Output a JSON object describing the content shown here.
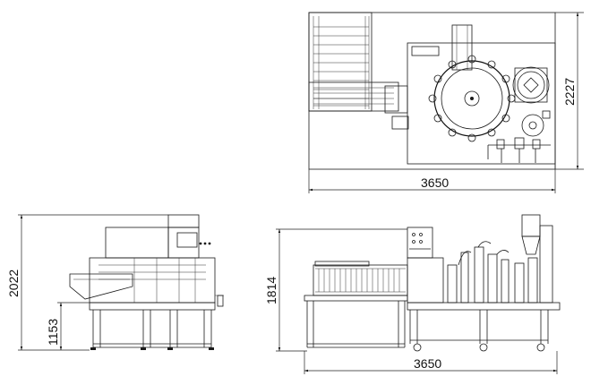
{
  "dimensions": {
    "top_width": "3650",
    "top_depth": "2227",
    "side_height": "2022",
    "side_table_height": "1153",
    "front_height": "1814",
    "front_width": "3650"
  }
}
